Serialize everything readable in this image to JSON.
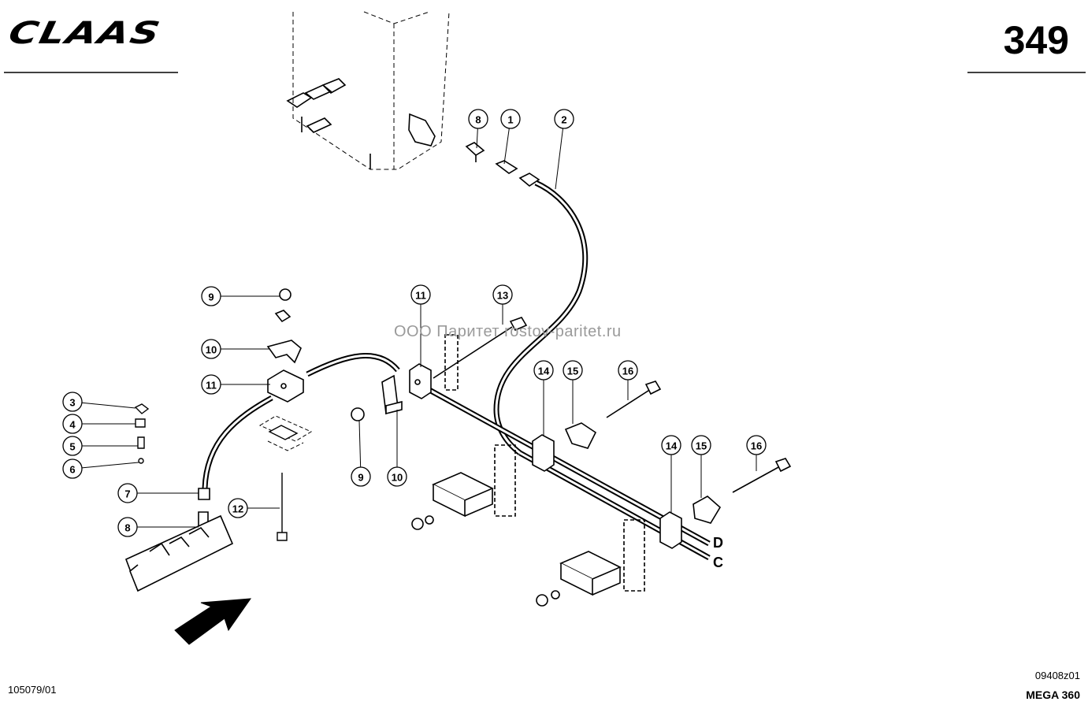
{
  "header": {
    "brand_logo_text": "CLAAS",
    "page_number": "349"
  },
  "watermark": "ООО Паритет   rostov-paritet.ru",
  "footer": {
    "drawing_number": "105079/01",
    "reference_code": "09408z01",
    "model": "MEGA 360"
  },
  "line_labels": {
    "d": "D",
    "c": "C"
  },
  "callouts": [
    {
      "id": "c8a",
      "label": "8"
    },
    {
      "id": "c1",
      "label": "1"
    },
    {
      "id": "c2",
      "label": "2"
    },
    {
      "id": "c9a",
      "label": "9"
    },
    {
      "id": "c10a",
      "label": "10"
    },
    {
      "id": "c11a",
      "label": "11"
    },
    {
      "id": "c11b",
      "label": "11"
    },
    {
      "id": "c13",
      "label": "13"
    },
    {
      "id": "c14a",
      "label": "14"
    },
    {
      "id": "c15a",
      "label": "15"
    },
    {
      "id": "c16a",
      "label": "16"
    },
    {
      "id": "c3",
      "label": "3"
    },
    {
      "id": "c4",
      "label": "4"
    },
    {
      "id": "c5",
      "label": "5"
    },
    {
      "id": "c6",
      "label": "6"
    },
    {
      "id": "c7",
      "label": "7"
    },
    {
      "id": "c8b",
      "label": "8"
    },
    {
      "id": "c12",
      "label": "12"
    },
    {
      "id": "c9b",
      "label": "9"
    },
    {
      "id": "c10b",
      "label": "10"
    },
    {
      "id": "c14b",
      "label": "14"
    },
    {
      "id": "c15b",
      "label": "15"
    },
    {
      "id": "c16b",
      "label": "16"
    }
  ],
  "colors": {
    "ink": "#000000",
    "watermark": "#9a9a9a",
    "paper": "#ffffff"
  }
}
